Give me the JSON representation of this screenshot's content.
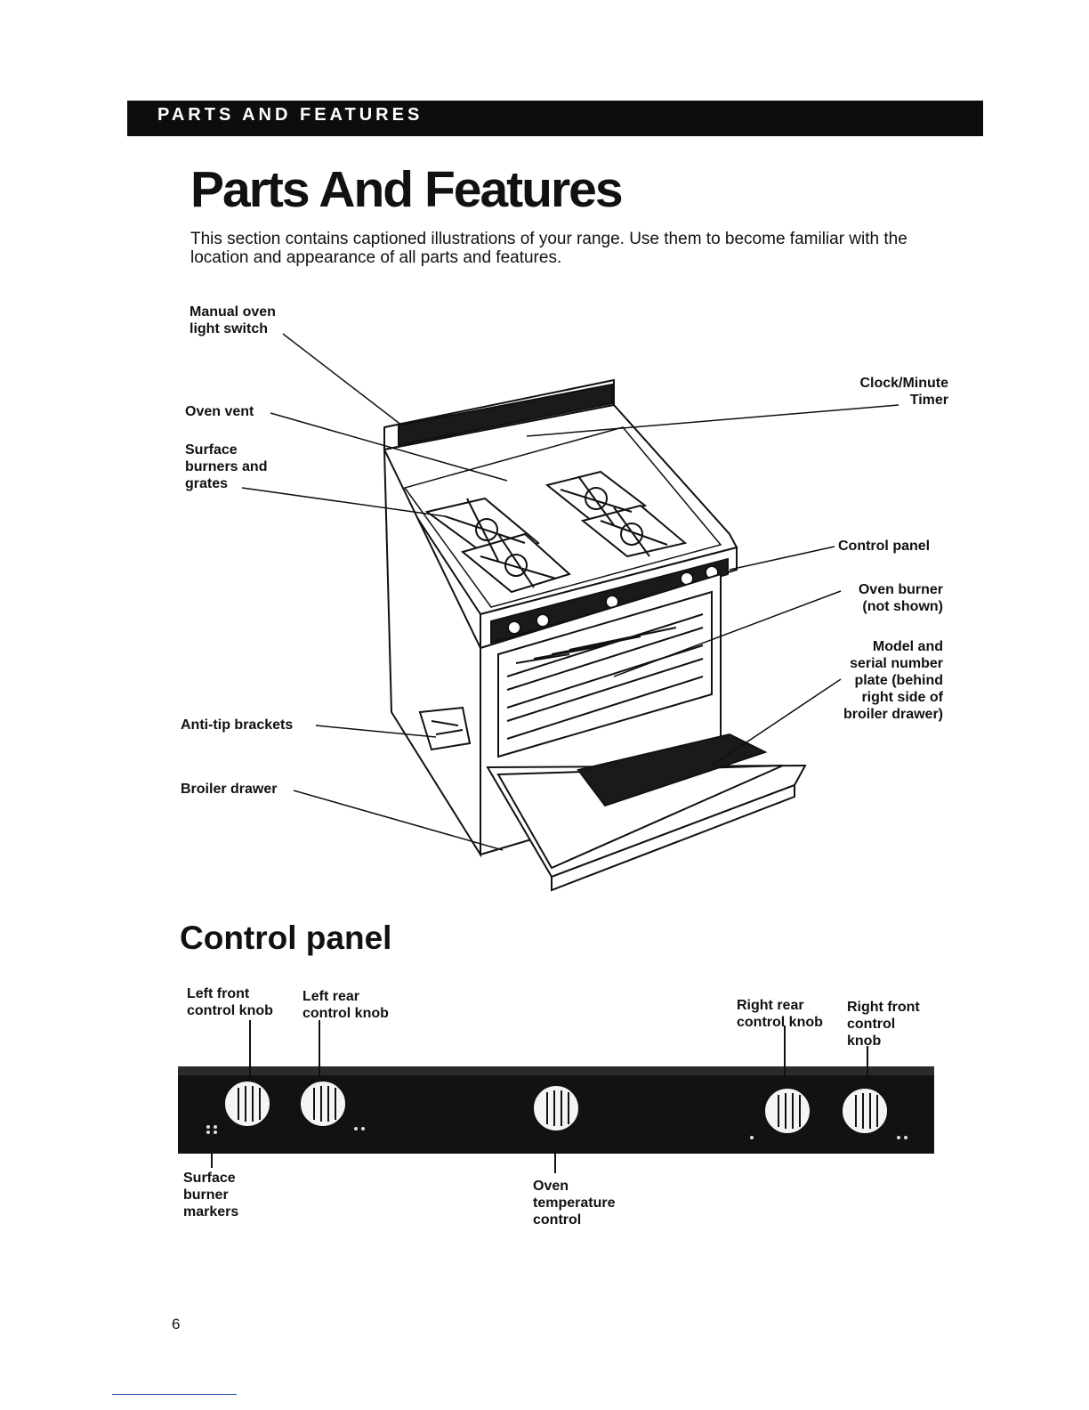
{
  "header": {
    "section_label": "PARTS AND FEATURES"
  },
  "title": "Parts And Features",
  "intro": "This section contains captioned illustrations of your range. Use them to become familiar with the location and appearance of all parts and features.",
  "range_labels": {
    "manual_oven_light_switch": "Manual oven\nlight switch",
    "oven_vent": "Oven vent",
    "surface_burners_and_grates": "Surface\nburners and\ngrates",
    "anti_tip_brackets": "Anti-tip brackets",
    "broiler_drawer": "Broiler drawer",
    "clock_minute_timer": "Clock/Minute\nTimer",
    "control_panel": "Control panel",
    "oven_burner": "Oven burner\n(not shown)",
    "model_and_serial_number_plate": "Model and\nserial number\nplate (behind\nright side of\nbroiler drawer)"
  },
  "control_panel_section": {
    "heading": "Control panel",
    "labels": {
      "left_front_control_knob": "Left front\ncontrol knob",
      "left_rear_control_knob": "Left rear\ncontrol knob",
      "right_rear_control_knob": "Right rear\ncontrol knob",
      "right_front_control_knob": "Right front\ncontrol\nknob",
      "surface_burner_markers": "Surface\nburner\nmarkers",
      "oven_temperature_control": "Oven\ntemperature\ncontrol"
    }
  },
  "page_number": "6"
}
